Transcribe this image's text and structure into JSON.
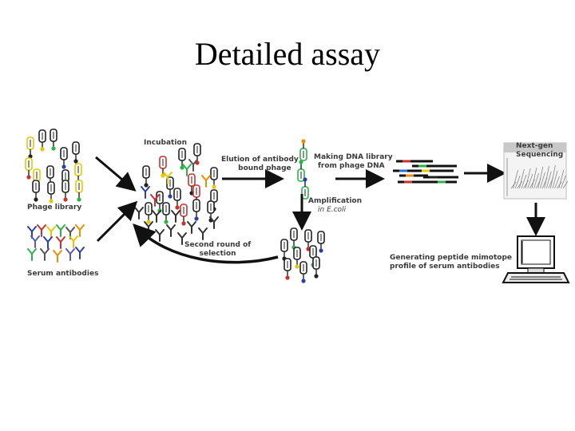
{
  "title": "Detailed assay",
  "labels": {
    "phage_library": "Phage library",
    "serum_antibodies": "Serum  antibodies",
    "incubation": "Incubation",
    "elution_line1": "Elution of antibody",
    "elution_line2": "bound phage",
    "making_line1": "Making DNA library",
    "making_line2": "from phage DNA",
    "amplification_line1": "Amplification",
    "amplification_line2": "in E.coli",
    "second_round_line1": "Second round of",
    "second_round_line2": "selection",
    "nextgen_line1": "Next-gen",
    "nextgen_line2": "Sequencing",
    "generating_line1": "Generating peptide mimotope",
    "generating_line2": "profile  of serum antibodies"
  },
  "colors": {
    "phage_dots": [
      "#222222",
      "#e6c800",
      "#2bb34a",
      "#d12e2e",
      "#2b3fa8"
    ],
    "antibodies": [
      "#2b3fa8",
      "#d12e2e",
      "#e6c800",
      "#2bb34a",
      "#555555",
      "#f08c00",
      "#5a5ab8"
    ],
    "dna_segments": [
      "#d12e2e",
      "#2bb34a",
      "#2b6fd6",
      "#e6c800",
      "#f08c00",
      "#222222"
    ]
  }
}
